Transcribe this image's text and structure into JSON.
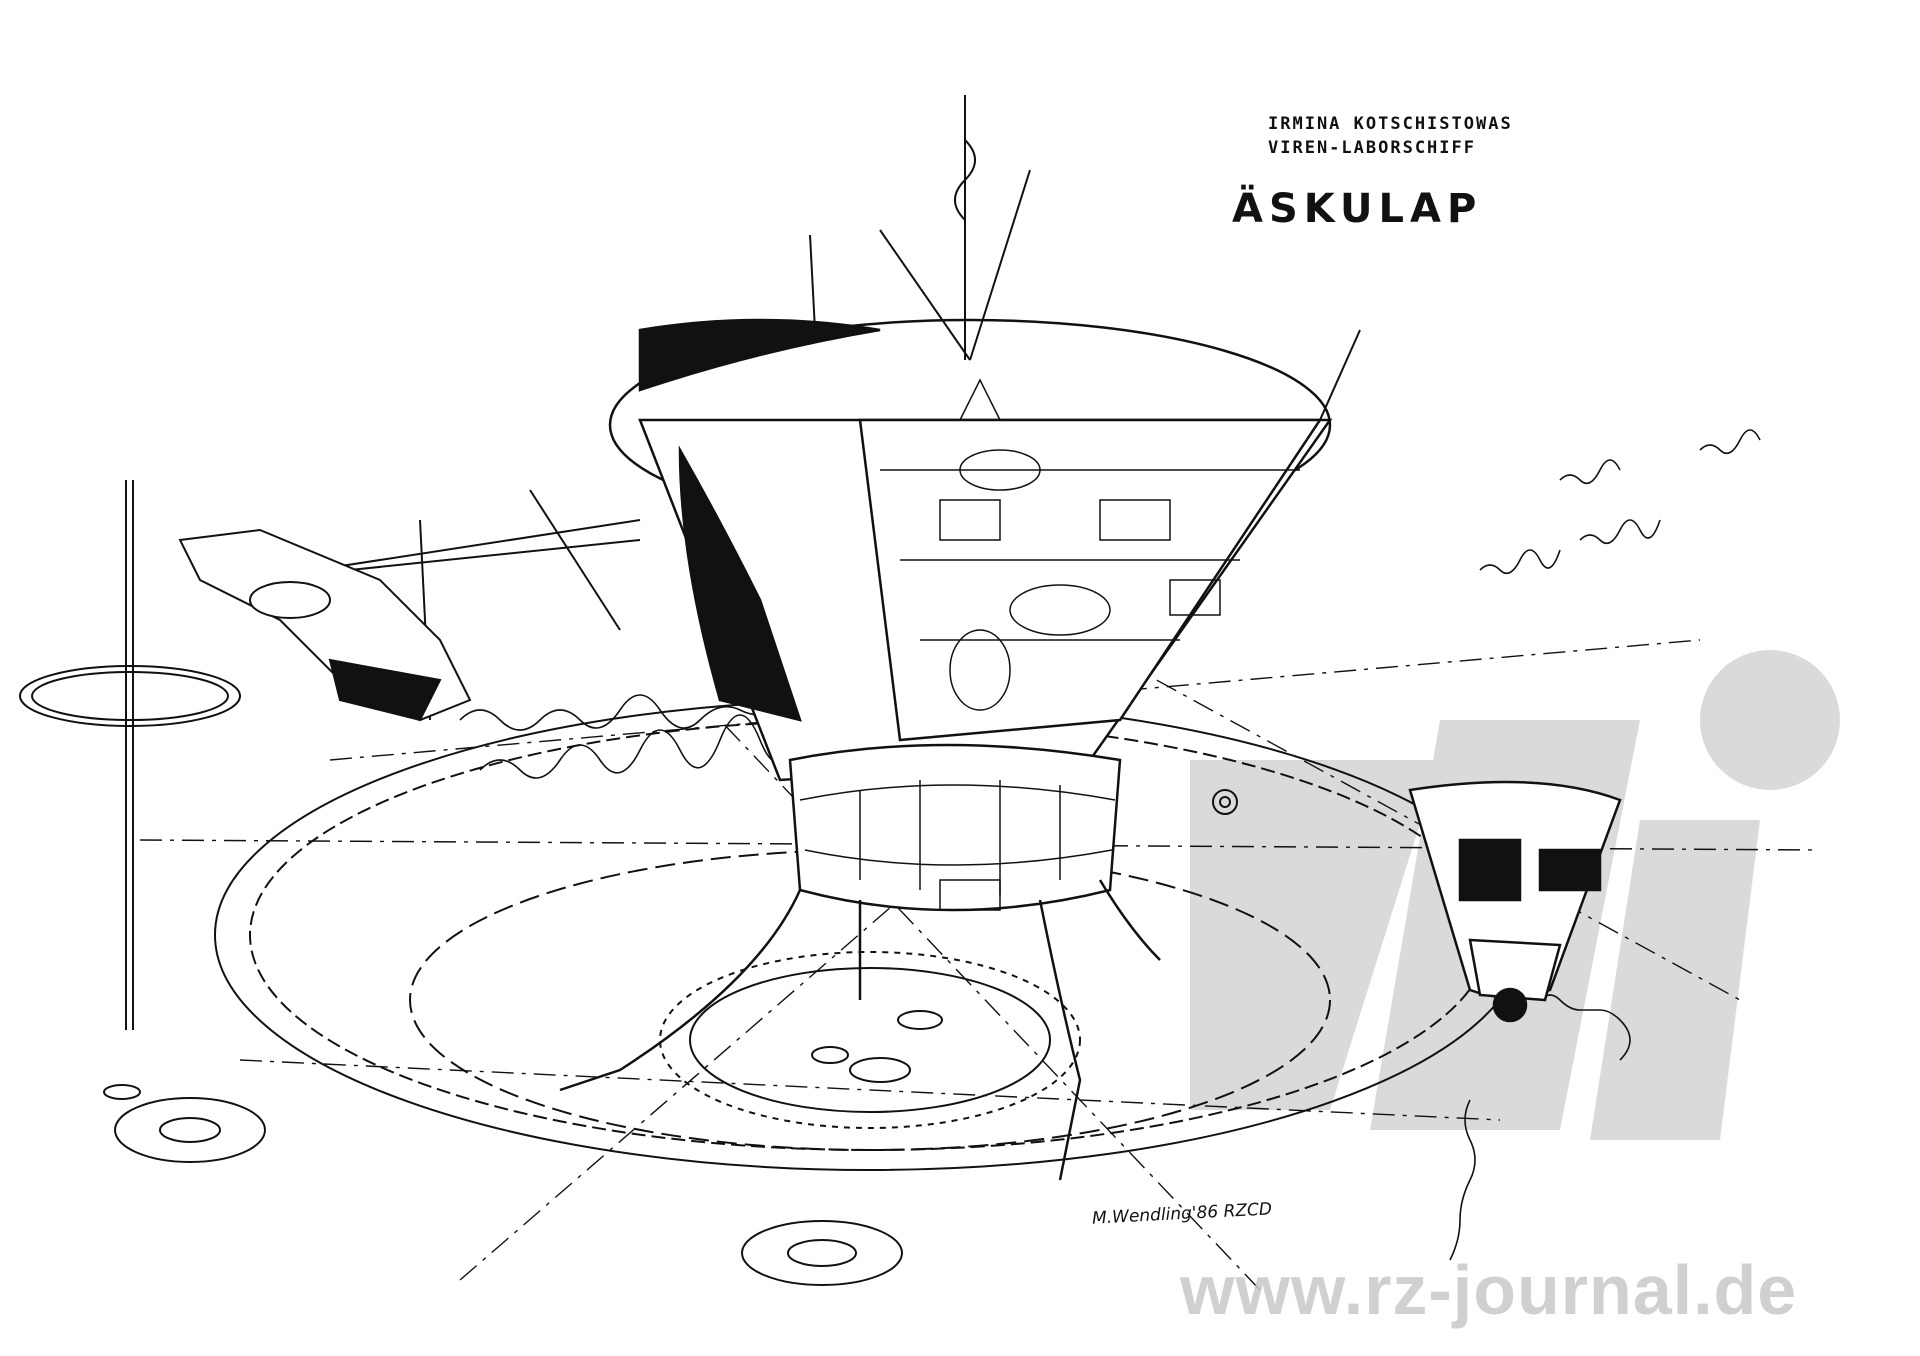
{
  "captions": {
    "line1": "IRMINA KOTSCHISTOWAS",
    "line2": "VIREN-LABORSCHIFF",
    "title": "ÄSKULAP"
  },
  "signature": "M.Wendling'86 RZCD",
  "watermark": {
    "url": "www.rz-journal.de",
    "color": "#c8c8c8"
  },
  "colors": {
    "ink": "#111111",
    "paper": "#ffffff"
  }
}
